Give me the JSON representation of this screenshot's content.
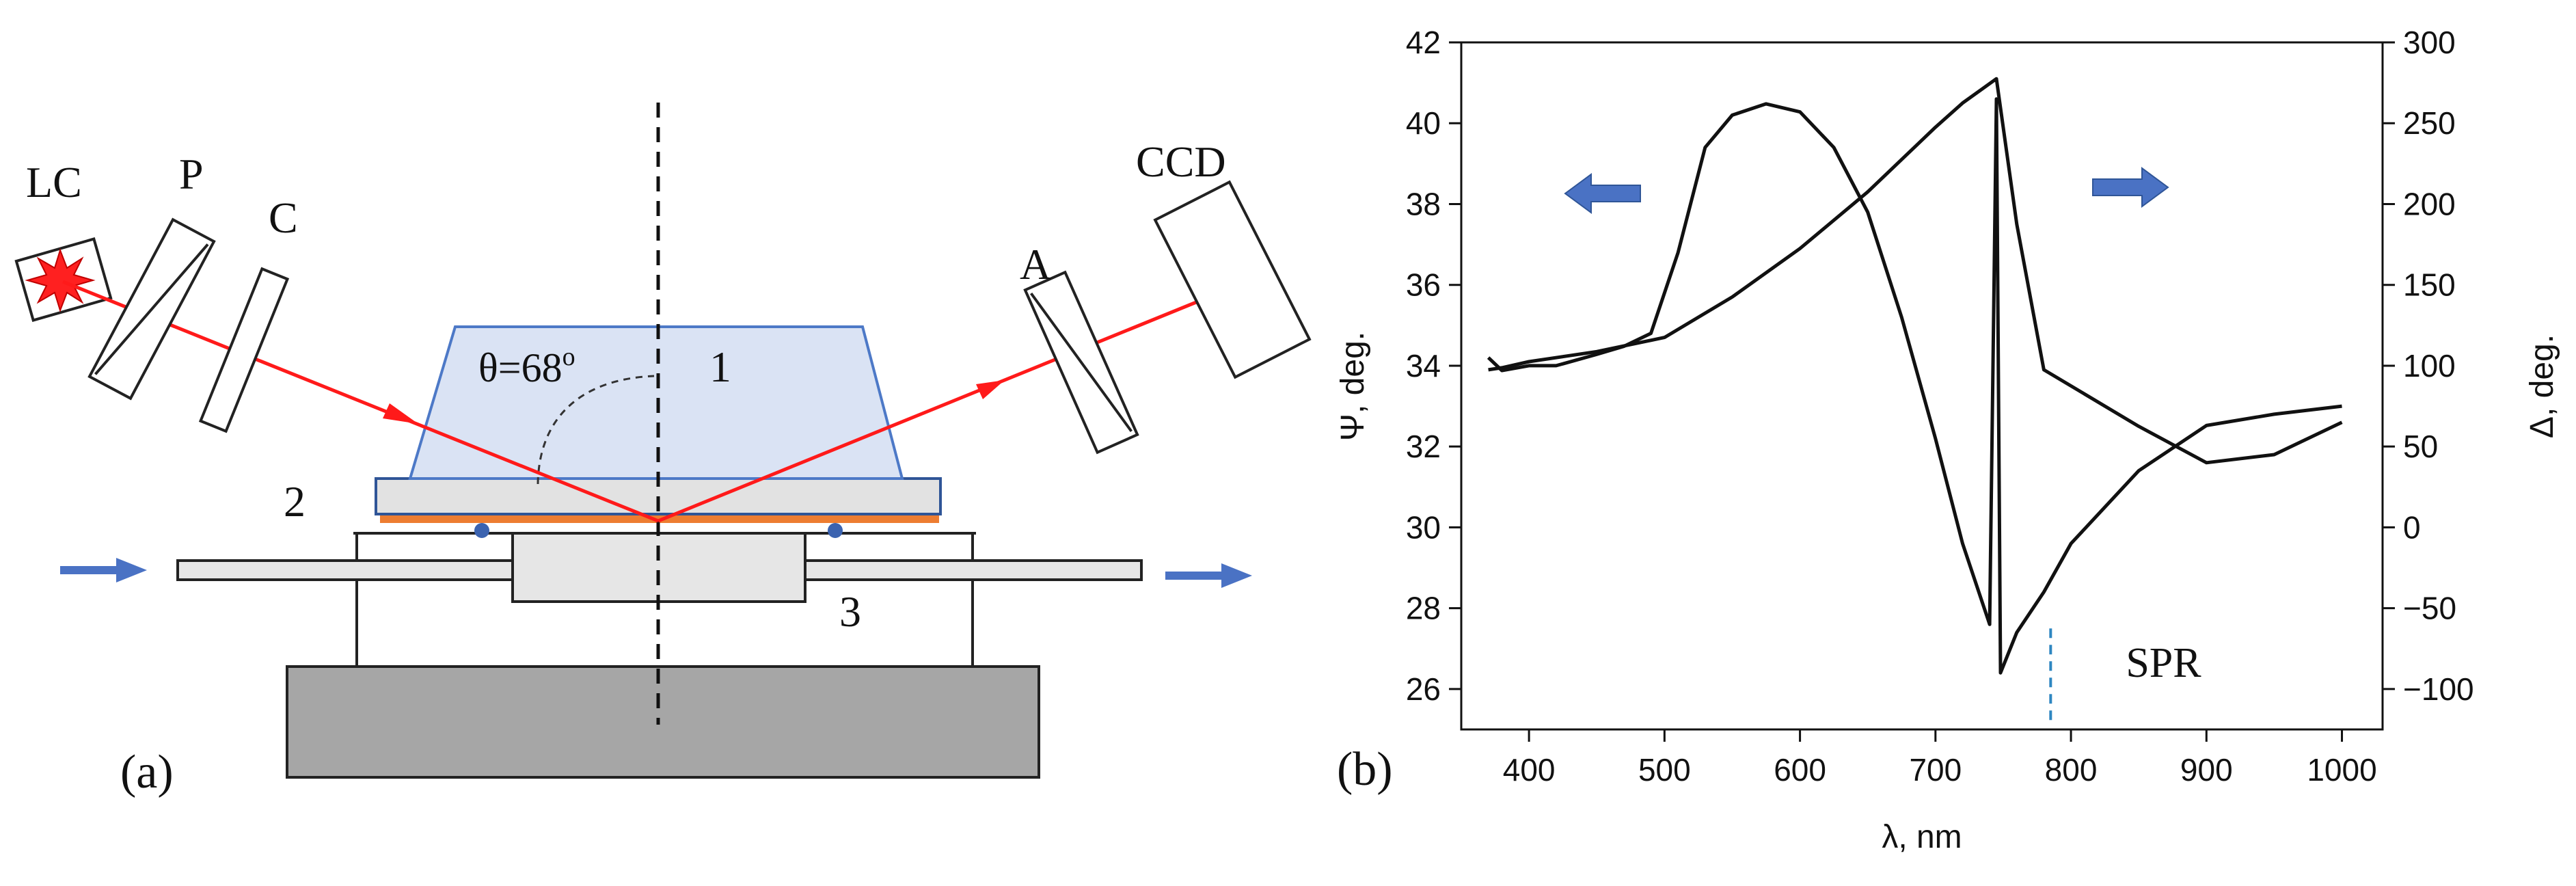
{
  "colors": {
    "beam": "#ff1a1a",
    "arrow_blue": "#4a72c4",
    "arrow_blue_dark": "#2f5597",
    "prism_fill": "#dae3f4",
    "prism_stroke": "#4d79c7",
    "plate_fill": "#e2e2e2",
    "plate_stroke": "#2f5597",
    "film": "#ed7d31",
    "block_fill": "#e6e6e6",
    "base_fill": "#a6a6a6",
    "dot_fill": "#3b63b0",
    "curve": "#111111",
    "spr_marker": "#2e86c1"
  },
  "panel_a": {
    "panel_label": "(a)",
    "labels": {
      "lc": "LC",
      "p": "P",
      "c": "C",
      "a": "A",
      "ccd": "CCD",
      "angle": "θ=68",
      "degree": "o",
      "one": "1",
      "two": "2",
      "three": "3"
    },
    "icons": [
      "light-source-burst-icon",
      "flow-in-arrow-icon",
      "flow-out-arrow-icon"
    ]
  },
  "panel_b": {
    "panel_label": "(b)",
    "annotation": "SPR",
    "icons": [
      "left-axis-arrow-icon",
      "right-axis-arrow-icon"
    ]
  },
  "chart_data": {
    "type": "line",
    "xlabel": "λ, nm",
    "ylabel": "Ψ, deg.",
    "y2label": "Δ, deg.",
    "xlim": [
      350,
      1030
    ],
    "ylim": [
      25,
      42
    ],
    "y2lim": [
      -125,
      300
    ],
    "x_ticks": [
      400,
      500,
      600,
      700,
      800,
      900,
      1000
    ],
    "y_ticks": [
      26,
      28,
      30,
      32,
      34,
      36,
      38,
      40,
      42
    ],
    "y2_ticks": [
      -100,
      -50,
      0,
      50,
      100,
      150,
      200,
      250,
      300
    ],
    "grid": false,
    "series": [
      {
        "axis": "left",
        "x": [
          370,
          380,
          400,
          450,
          500,
          550,
          600,
          650,
          700,
          720,
          745,
          760,
          780,
          800,
          850,
          900,
          950,
          1000
        ],
        "y": [
          33.9,
          33.95,
          34.1,
          34.35,
          34.7,
          35.7,
          36.9,
          38.3,
          39.9,
          40.5,
          41.1,
          37.5,
          33.9,
          33.5,
          32.5,
          31.6,
          31.8,
          32.6
        ]
      },
      {
        "axis": "right",
        "x": [
          370,
          380,
          400,
          420,
          450,
          470,
          490,
          510,
          530,
          550,
          575,
          600,
          625,
          650,
          675,
          700,
          720,
          740,
          745,
          748,
          760,
          780,
          800,
          850,
          900,
          950,
          1000
        ],
        "y": [
          105,
          97,
          100,
          100,
          107,
          112,
          120,
          170,
          235,
          255,
          262,
          257,
          235,
          195,
          130,
          55,
          -10,
          -60,
          265,
          -90,
          -65,
          -40,
          -10,
          35,
          63,
          70,
          75
        ]
      }
    ],
    "annotations": [
      {
        "text": "SPR",
        "x": 785
      }
    ]
  }
}
